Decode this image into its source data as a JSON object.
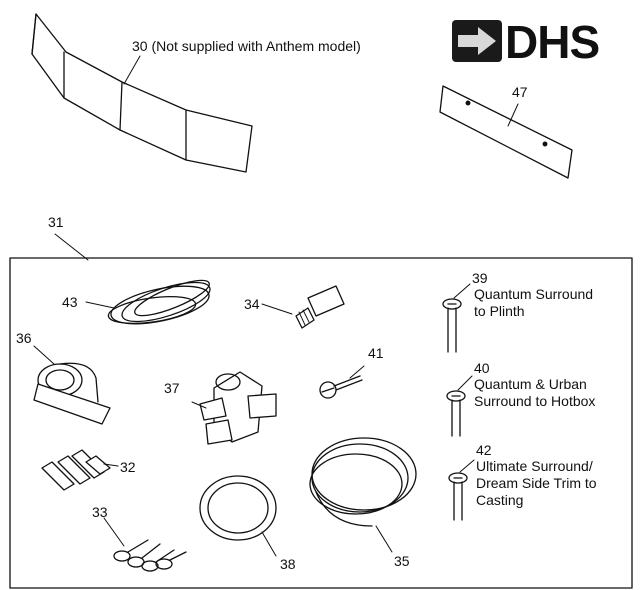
{
  "brand": {
    "logo_text": "DHS"
  },
  "parts": {
    "p30": {
      "number": "30",
      "note": "(Not supplied with Anthem model)"
    },
    "p31": {
      "number": "31"
    },
    "p32": {
      "number": "32"
    },
    "p33": {
      "number": "33"
    },
    "p34": {
      "number": "34"
    },
    "p35": {
      "number": "35"
    },
    "p36": {
      "number": "36"
    },
    "p37": {
      "number": "37"
    },
    "p38": {
      "number": "38"
    },
    "p39": {
      "number": "39",
      "desc_line1": "Quantum Surround",
      "desc_line2": "to Plinth"
    },
    "p40": {
      "number": "40",
      "desc_line1": "Quantum & Urban",
      "desc_line2": "Surround to Hotbox"
    },
    "p41": {
      "number": "41"
    },
    "p42": {
      "number": "42",
      "desc_line1": "Ultimate Surround/",
      "desc_line2": "Dream Side Trim to",
      "desc_line3": "Casting"
    },
    "p43": {
      "number": "43"
    },
    "p47": {
      "number": "47"
    }
  },
  "colors": {
    "ink": "#111111",
    "background": "#ffffff"
  }
}
